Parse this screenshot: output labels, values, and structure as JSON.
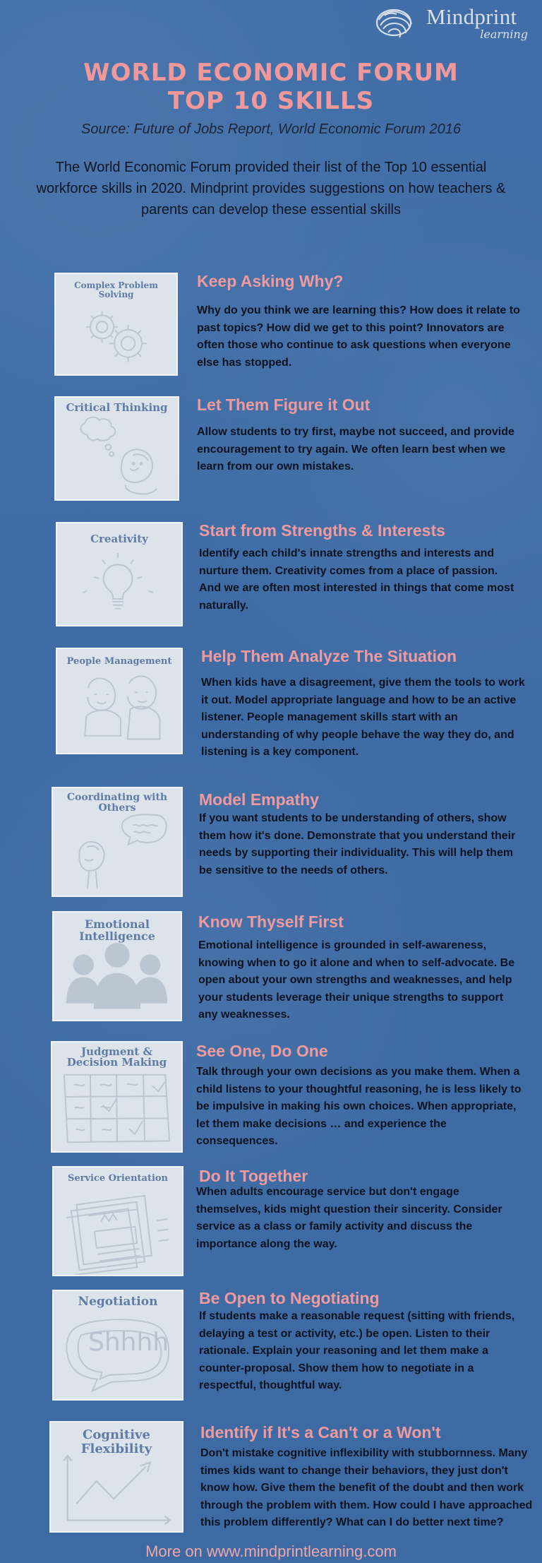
{
  "logo": {
    "brand": "Mindprint",
    "sub": "learning",
    "icon": "brain-icon"
  },
  "header": {
    "title_line_1": "WORLD ECONOMIC FORUM",
    "title_line_2": "TOP 10 SKILLS",
    "source": "Source: Future of Jobs Report, World Economic Forum 2016",
    "intro": "The World Economic Forum provided their list of the Top 10 essential workforce skills in 2020. Mindprint provides suggestions on how teachers & parents can develop these essential skills"
  },
  "skills": [
    {
      "card_label": "Complex Problem Solving",
      "icon": "gears-icon",
      "heading": "Keep Asking Why?",
      "body": "Why do you think we are learning this? How does it relate to past topics? How did we get to this point? Innovators are often those who continue to ask questions when everyone else has stopped."
    },
    {
      "card_label": "Critical Thinking",
      "icon": "thinking-person-icon",
      "heading": "Let Them Figure it Out",
      "body": "Allow students to try first, maybe not succeed, and provide encouragement to try again. We often learn best when we learn from our own mistakes."
    },
    {
      "card_label": "Creativity",
      "icon": "lightbulb-icon",
      "heading": "Start from Strengths & Interests",
      "body": "Identify each child's innate strengths and interests and nurture them. Creativity comes from a place of passion. And we are often most interested in things that come most naturally."
    },
    {
      "card_label": "People Management",
      "icon": "two-people-icon",
      "heading": "Help Them Analyze The Situation",
      "body": "When kids have a disagreement, give them the tools to work it out. Model appropriate language and how to be an active listener. People management skills start with an understanding of why people behave the way they do, and listening is a key component."
    },
    {
      "card_label": "Coordinating with Others",
      "icon": "speech-bubble-person-icon",
      "heading": "Model Empathy",
      "body": "If you want students to be understanding of others, show them how it's done. Demonstrate that you understand their needs by supporting their individuality. This will help them be sensitive to the needs of others."
    },
    {
      "card_label": "Emotional Intelligence",
      "icon": "group-icon",
      "heading": "Know Thyself First",
      "body": "Emotional intelligence is grounded in self-awareness, knowing when to go it alone and when to self-advocate. Be open about your own strengths and weaknesses, and help your students leverage their unique strengths to support any weaknesses."
    },
    {
      "card_label": "Judgment & Decision Making",
      "icon": "checklist-grid-icon",
      "heading": "See One, Do One",
      "body": "Talk through your own decisions as you make them. When a child listens to your thoughtful reasoning, he is less likely to be impulsive in making his own choices. When appropriate, let them make decisions … and experience the consequences."
    },
    {
      "card_label": "Service Orientation",
      "icon": "newspaper-icon",
      "heading": "Do It Together",
      "body": "When adults encourage service but don't engage themselves, kids might question their sincerity. Consider service as a class or family activity and discuss the importance along the way."
    },
    {
      "card_label": "Negotiation",
      "icon": "shhhh-bubble-icon",
      "card_extra": "Shhhh",
      "heading": "Be Open to Negotiating",
      "body": "If students make a reasonable request (sitting with friends, delaying a test or activity, etc.) be open. Listen to their rationale. Explain your reasoning and let them make a counter-proposal. Show them how to negotiate in a respectful, thoughtful way."
    },
    {
      "card_label": "Cognitive Flexibility",
      "icon": "trend-chart-icon",
      "heading": "Identify if It's a Can't or a Won't",
      "body": "Don't mistake cognitive inflexibility with stubbornness. Many times kids want to change their behaviors, they just don't know how. Give them the benefit of the doubt and then work through the problem with them. How could I have approached this problem differently? What can I do better next time?"
    }
  ],
  "footer": {
    "text": "More on www.mindprintlearning.com"
  }
}
